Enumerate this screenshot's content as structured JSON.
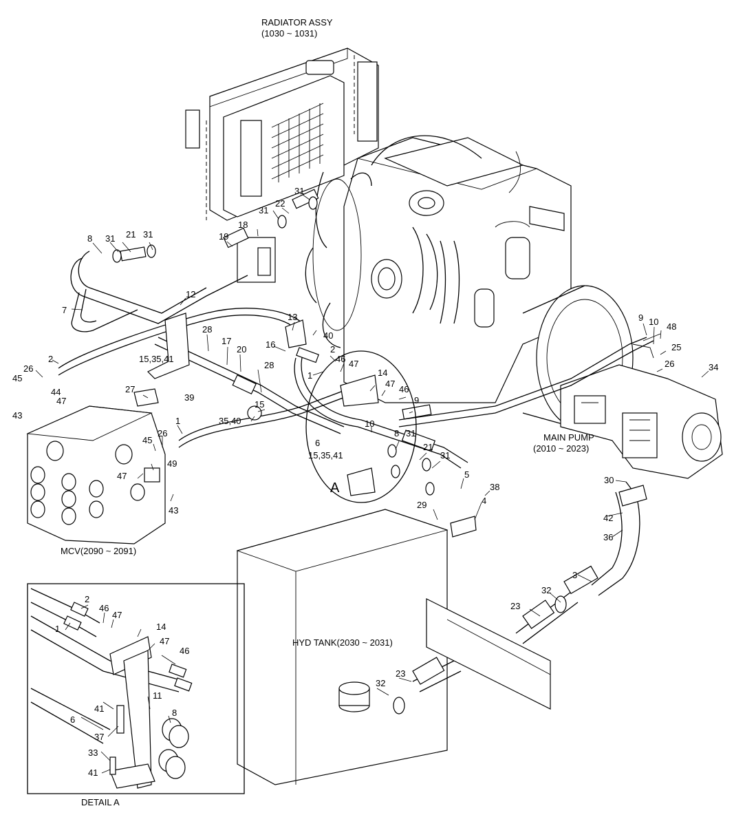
{
  "captions": {
    "radiator_title": "RADIATOR ASSY",
    "radiator_range": "(1030 ~ 1031)",
    "main_pump_title": "MAIN PUMP",
    "main_pump_range": "(2010 ~ 2023)",
    "mcv": "MCV(2090 ~ 2091)",
    "hyd_tank": "HYD TANK(2030 ~ 2031)",
    "detail_tag": "A",
    "detail_title": "DETAIL  A"
  },
  "callouts": {
    "c8": "8",
    "c31a": "31",
    "c21a": "21",
    "c31b": "31",
    "c19": "19",
    "c18": "18",
    "c31c": "31",
    "c22": "22",
    "c31d": "31",
    "c7": "7",
    "c12": "12",
    "c13": "13",
    "c40a": "40",
    "c16": "16",
    "c28a": "28",
    "c17": "17",
    "c20": "20",
    "c2a": "2",
    "c26a": "26",
    "c45a": "45",
    "c44": "44",
    "c47a": "47",
    "c43a": "43",
    "c15_35_41a": "15,35,41",
    "c27": "27",
    "c39": "39",
    "c28b": "28",
    "c15": "15",
    "c35_40": "35,40",
    "c1a": "1",
    "c45b": "45",
    "c26b": "26",
    "c49": "49",
    "c47b": "47",
    "c43b": "43",
    "c2b": "2",
    "c46a": "46",
    "c47c": "47",
    "c1b": "1",
    "c14a": "14",
    "c47d": "47",
    "c46b": "46",
    "c9a": "9",
    "c10a": "10",
    "c8b": "8",
    "c31e": "31",
    "c6a": "6",
    "c15_35_41b": "15,35,41",
    "c21b": "21",
    "c31f": "31",
    "c5": "5",
    "c38": "38",
    "c4": "4",
    "c29": "29",
    "c9b": "9",
    "c10b": "10",
    "c48": "48",
    "c25": "25",
    "c26c": "26",
    "c34": "34",
    "c30": "30",
    "c42": "42",
    "c36": "36",
    "c3": "3",
    "c32a": "32",
    "c23a": "23",
    "c23b": "23",
    "c32b": "32",
    "d2": "2",
    "d46a": "46",
    "d47a": "47",
    "d1": "1",
    "d14": "14",
    "d47b": "47",
    "d46b": "46",
    "d11": "11",
    "d41a": "41",
    "d8": "8",
    "d6": "6",
    "d37": "37",
    "d33": "33",
    "d41b": "41"
  }
}
